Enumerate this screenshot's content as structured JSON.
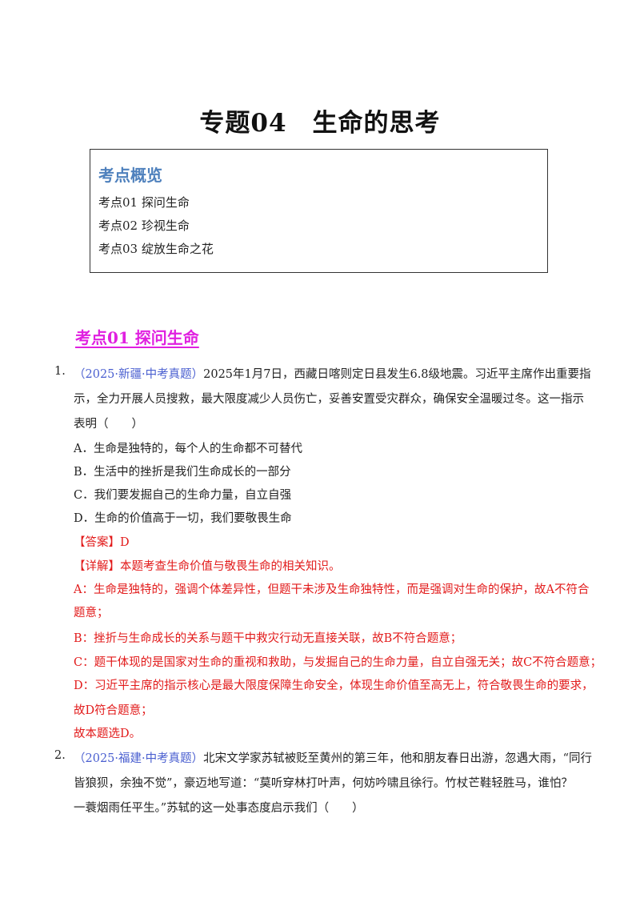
{
  "title": "专题04　生命的思考",
  "overview": {
    "heading": "考点概览",
    "items": [
      "考点01  探问生命",
      "考点02  珍视生命",
      "考点03  绽放生命之花"
    ]
  },
  "section": {
    "title": "考点01  探问生命"
  },
  "q1": {
    "number": "1.",
    "source": "（2025·新疆·中考真题）",
    "stem_line1": "2025年1月7日，西藏日喀则定日县发生6.8级地震。习近平主席作出重要指",
    "stem_line2": "示，全力开展人员搜救，最大限度减少人员伤亡，妥善安置受灾群众，确保安全温暖过冬。这一指示",
    "stem_line3": "表明（　　）",
    "options": [
      "A．生命是独特的，每个人的生命都不可替代",
      "B．生活中的挫折是我们生命成长的一部分",
      "C．我们要发掘自己的生命力量，自立自强",
      "D．生命的价值高于一切，我们要敬畏生命"
    ],
    "answer": "【答案】D",
    "detail": "【详解】本题考查生命价值与敬畏生命的相关知识。",
    "explain_a1": "A：生命是独特的，强调个体差异性，但题干未涉及生命独特性，而是强调对生命的保护，故A不符合",
    "explain_a2": "题意；",
    "explain_b": "B：挫折与生命成长的关系与题干中救灾行动无直接关联，故B不符合题意；",
    "explain_c": "C：题干体现的是国家对生命的重视和救助，与发掘自己的生命力量，自立自强无关；故C不符合题意；",
    "explain_d1": "D：习近平主席的指示核心是最大限度保障生命安全，体现生命价值至高无上，符合敬畏生命的要求，",
    "explain_d2": "故D符合题意；",
    "conclusion": "故本题选D。"
  },
  "q2": {
    "number": "2.",
    "source": "（2025·福建·中考真题）",
    "stem_line1": "北宋文学家苏轼被贬至黄州的第三年，他和朋友春日出游，忽遇大雨，“同行",
    "stem_line2": "皆狼狈，余独不觉”，豪迈地写道：“莫听穿林打叶声，何妨吟啸且徐行。竹杖芒鞋轻胜马，谁怕？",
    "stem_line3": "一蓑烟雨任平生。”苏轼的这一处事态度启示我们（　　）"
  }
}
